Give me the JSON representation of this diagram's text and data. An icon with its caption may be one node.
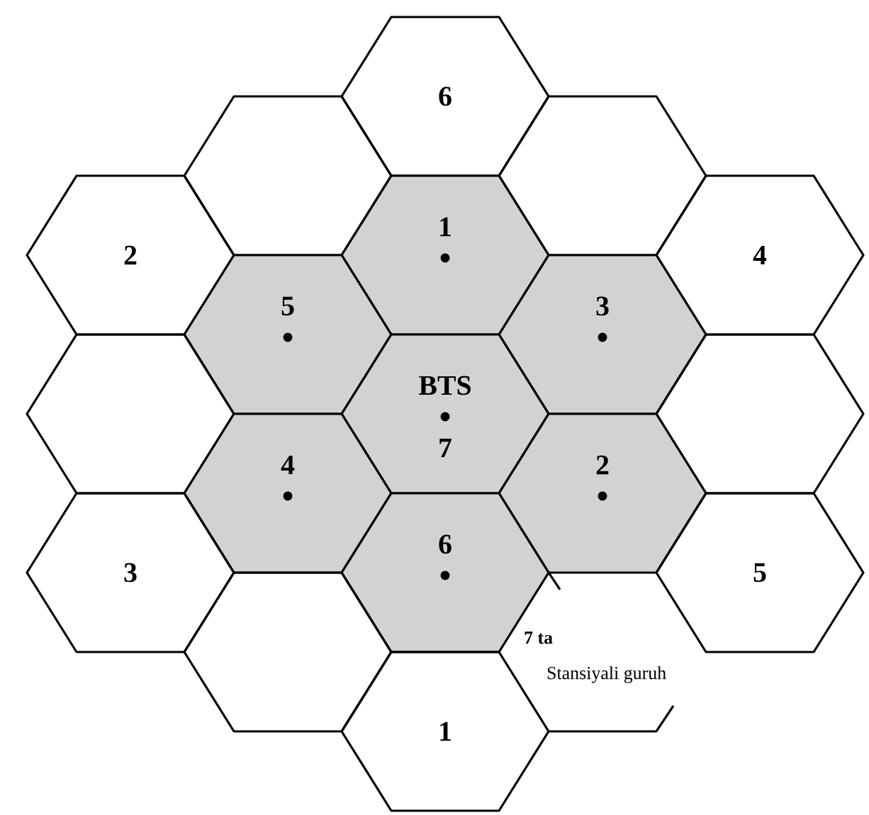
{
  "diagram": {
    "nodes": [
      {
        "text": [
          "6"
        ]
      },
      {
        "text": [],
        "shape": "hexagon"
      },
      {
        "text": [],
        "shape": "hexagon"
      },
      {
        "text": [
          "2"
        ]
      },
      {
        "text": [
          "1"
        ]
      },
      {
        "text": [
          "4"
        ]
      },
      {
        "text": [
          "5"
        ]
      },
      {
        "text": [
          "3"
        ]
      },
      {
        "text": [],
        "shape": "hexagon"
      },
      {
        "text": [
          "BTS",
          "7"
        ]
      },
      {
        "text": [],
        "shape": "hexagon"
      },
      {
        "text": [
          "4"
        ]
      },
      {
        "text": [
          "2"
        ]
      },
      {
        "text": [
          "3"
        ]
      },
      {
        "text": [
          "6"
        ]
      },
      {
        "text": [
          "5"
        ]
      },
      {
        "text": [],
        "shape": "hexagon"
      },
      {
        "text": [
          "1"
        ]
      }
    ],
    "labels": [
      "7 ta",
      "Stansiyali guruh"
    ]
  }
}
